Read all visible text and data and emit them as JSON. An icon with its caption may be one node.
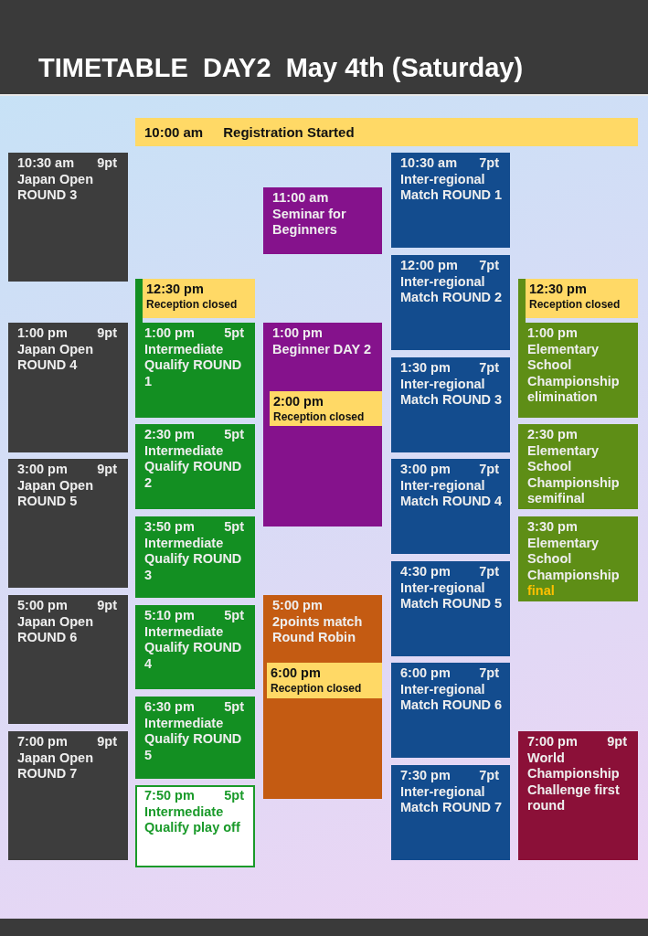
{
  "diagram": {
    "title": "TIMETABLE  DAY2  May 4th (Saturday)",
    "nodes": [
      {
        "text": [
          "10:00 am",
          "Registration Started"
        ]
      },
      {
        "text": [
          "10:30 am",
          "9pt",
          "Japan Open ROUND 3"
        ]
      },
      {
        "text": [
          "1:00 pm",
          "9pt",
          "Japan Open ROUND 4"
        ]
      },
      {
        "text": [
          "3:00 pm",
          "9pt",
          "Japan Open ROUND 5"
        ]
      },
      {
        "text": [
          "5:00 pm",
          "9pt",
          "Japan Open ROUND 6"
        ]
      },
      {
        "text": [
          "7:00 pm",
          "9pt",
          "Japan Open ROUND 7"
        ]
      },
      {
        "text": [
          "12:30 pm",
          "Reception closed"
        ]
      },
      {
        "text": [
          "1:00 pm",
          "5pt",
          "Intermediate Qualify ROUND 1"
        ]
      },
      {
        "text": [
          "2:30 pm",
          "5pt",
          "Intermediate Qualify ROUND 2"
        ]
      },
      {
        "text": [
          "3:50 pm",
          "5pt",
          "Intermediate Qualify ROUND 3"
        ]
      },
      {
        "text": [
          "5:10 pm",
          "5pt",
          "Intermediate Qualify ROUND 4"
        ]
      },
      {
        "text": [
          "6:30 pm",
          "5pt",
          "Intermediate Qualify ROUND 5"
        ]
      },
      {
        "text": [
          "7:50 pm",
          "5pt",
          "Intermediate Qualify play off"
        ]
      },
      {
        "text": [
          "11:00 am",
          "Seminar for Beginners"
        ]
      },
      {
        "text": [
          "1:00 pm",
          "Beginner DAY 2"
        ]
      },
      {
        "text": [
          "2:00 pm",
          "Reception closed"
        ],
        "in": 14
      },
      {
        "text": [
          "5:00 pm",
          "2points match Round Robin"
        ]
      },
      {
        "text": [
          "6:00 pm",
          "Reception closed"
        ],
        "in": 16
      },
      {
        "text": [
          "10:30 am",
          "7pt",
          "Inter-regional Match ROUND 1"
        ]
      },
      {
        "text": [
          "12:00 pm",
          "7pt",
          "Inter-regional Match ROUND 2"
        ]
      },
      {
        "text": [
          "1:30 pm",
          "7pt",
          "Inter-regional Match ROUND 3"
        ]
      },
      {
        "text": [
          "3:00 pm",
          "7pt",
          "Inter-regional Match ROUND 4"
        ]
      },
      {
        "text": [
          "4:30 pm",
          "7pt",
          "Inter-regional Match ROUND 5"
        ]
      },
      {
        "text": [
          "6:00 pm",
          "7pt",
          "Inter-regional Match ROUND 6"
        ]
      },
      {
        "text": [
          "7:30 pm",
          "7pt",
          "Inter-regional Match ROUND 7"
        ]
      },
      {
        "text": [
          "12:30 pm",
          "Reception closed"
        ]
      },
      {
        "text": [
          "1:00 pm",
          "Elementary School Championship elimination"
        ]
      },
      {
        "text": [
          "2:30 pm",
          "Elementary School Championship semifinal"
        ]
      },
      {
        "text": [
          "3:30 pm",
          "Elementary School Championship",
          "final"
        ]
      },
      {
        "text": [
          "7:00 pm",
          "9pt",
          "World Championship Challenge first round"
        ]
      }
    ]
  }
}
